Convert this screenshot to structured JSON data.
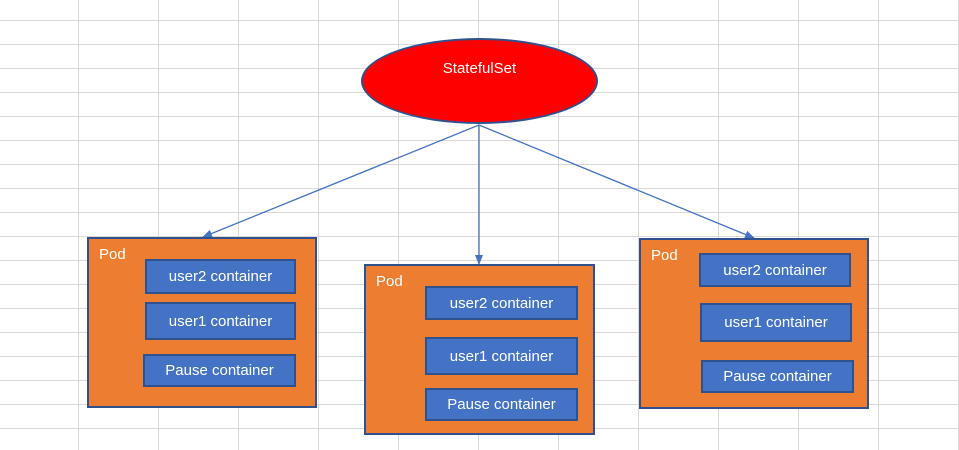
{
  "diagram": {
    "root": {
      "label": "StatefulSet"
    },
    "pods": [
      {
        "label": "Pod",
        "containers": [
          "user2 container",
          "user1 container",
          "Pause container"
        ]
      },
      {
        "label": "Pod",
        "containers": [
          "user2 container",
          "user1 container",
          "Pause container"
        ]
      },
      {
        "label": "Pod",
        "containers": [
          "user2 container",
          "user1 container",
          "Pause container"
        ]
      }
    ],
    "edges": [
      {
        "from": "StatefulSet",
        "to": "Pod 1"
      },
      {
        "from": "StatefulSet",
        "to": "Pod 2"
      },
      {
        "from": "StatefulSet",
        "to": "Pod 3"
      }
    ]
  },
  "colors": {
    "root_fill": "#ff0000",
    "root_border": "#2f528f",
    "pod_fill": "#ed7d31",
    "container_fill": "#4472c4",
    "border": "#2f528f",
    "arrow": "#4472c4",
    "text": "#ffffff"
  }
}
